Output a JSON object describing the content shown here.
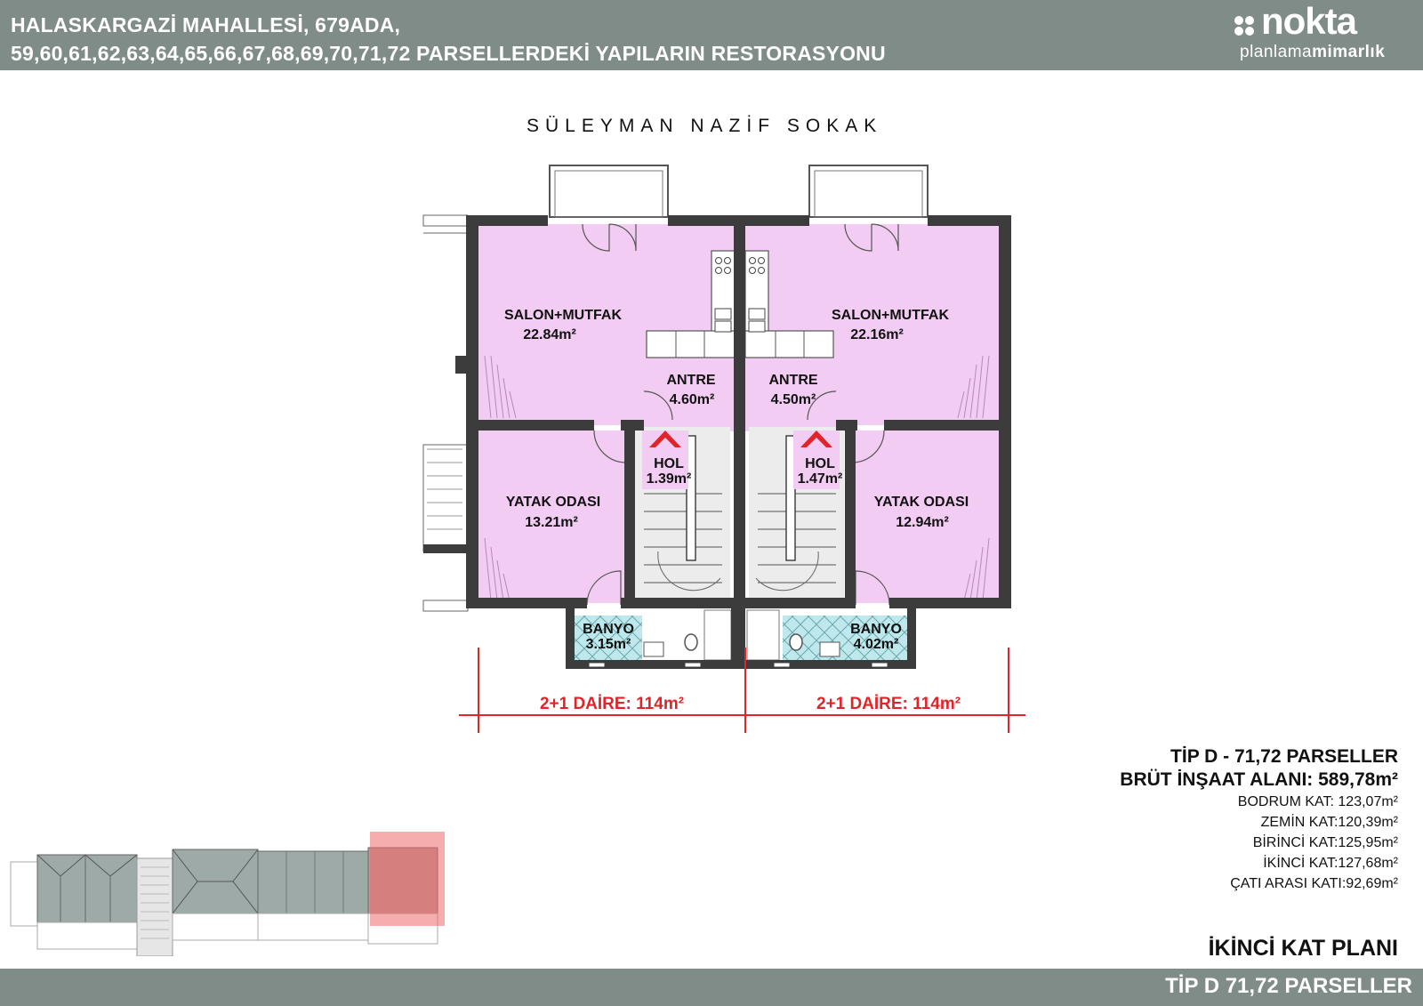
{
  "header": {
    "line1": "HALASKARGAZİ MAHALLESİ, 679ADA,",
    "line2": "59,60,61,62,63,64,65,66,67,68,69,70,71,72 PARSELLERDEKİ YAPILARIN RESTORASYONU"
  },
  "logo": {
    "word": "nokta",
    "sub_a": "planlama",
    "sub_b": "mimarlık"
  },
  "street": "SÜLEYMAN NAZİF SOKAK",
  "rooms": {
    "left_salon_name": "SALON+MUTFAK",
    "left_salon_area": "22.84m²",
    "right_salon_name": "SALON+MUTFAK",
    "right_salon_area": "22.16m²",
    "left_antre_name": "ANTRE",
    "left_antre_area": "4.60m²",
    "right_antre_name": "ANTRE",
    "right_antre_area": "4.50m²",
    "left_hol_name": "HOL",
    "left_hol_area": "1.39m²",
    "right_hol_name": "HOL",
    "right_hol_area": "1.47m²",
    "left_yatak_name": "YATAK ODASI",
    "left_yatak_area": "13.21m²",
    "right_yatak_name": "YATAK ODASI",
    "right_yatak_area": "12.94m²",
    "left_banyo_name": "BANYO",
    "left_banyo_area": "3.15m²",
    "right_banyo_name": "BANYO",
    "right_banyo_area": "4.02m²"
  },
  "units": {
    "left": "2+1 DAİRE: 114m²",
    "right": "2+1 DAİRE: 114m²"
  },
  "info": {
    "type": "TİP D - 71,72 PARSELLER",
    "gross": "BRÜT İNŞAAT ALANI: 589,78m²",
    "floors": [
      "BODRUM KAT: 123,07m²",
      "ZEMİN KAT:120,39m²",
      "BİRİNCİ KAT:125,95m²",
      "İKİNCİ KAT:127,68m²",
      "ÇATI ARASI KATI:92,69m²"
    ]
  },
  "floor_title": "İKİNCİ KAT PLANI",
  "footer": "TİP D 71,72 PARSELLER",
  "colors": {
    "header": "#7f8c88",
    "room": "#f2ccf2",
    "bath": "#bfe8ec",
    "dim": "#e0242a",
    "wall": "#3c3c3c"
  }
}
